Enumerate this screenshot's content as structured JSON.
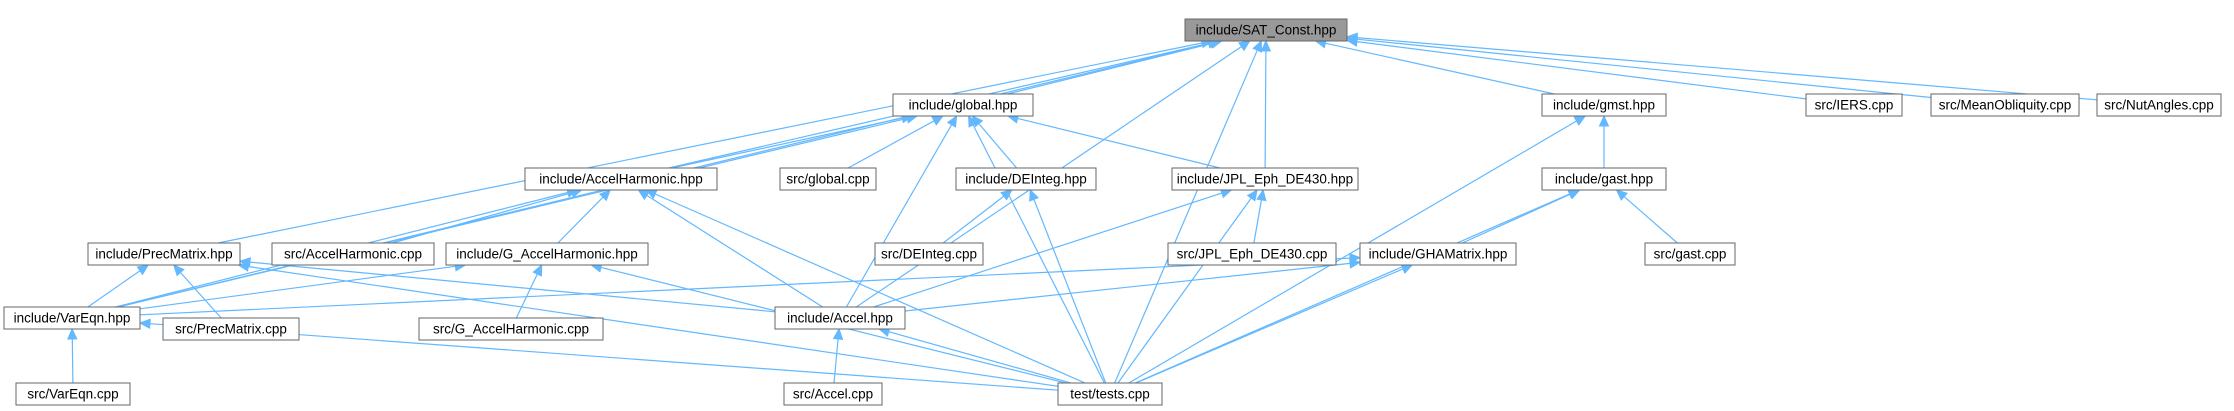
{
  "diagram": {
    "nodes": {
      "sat_const": "include/SAT_Const.hpp",
      "global": "include/global.hpp",
      "gmst": "include/gmst.hpp",
      "iers": "src/IERS.cpp",
      "mean_obliquity": "src/MeanObliquity.cpp",
      "nut_angles": "src/NutAngles.cpp",
      "accel_harmonic": "include/AccelHarmonic.hpp",
      "global_cpp": "src/global.cpp",
      "de_integ": "include/DEInteg.hpp",
      "jpl_eph": "include/JPL_Eph_DE430.hpp",
      "gast": "include/gast.hpp",
      "prec_matrix": "include/PrecMatrix.hpp",
      "accel_harmonic_cpp": "src/AccelHarmonic.cpp",
      "g_accel_harmonic": "include/G_AccelHarmonic.hpp",
      "de_integ_cpp": "src/DEInteg.cpp",
      "jpl_eph_cpp": "src/JPL_Eph_DE430.cpp",
      "gha_matrix": "include/GHAMatrix.hpp",
      "gast_cpp": "src/gast.cpp",
      "var_eqn": "include/VarEqn.hpp",
      "prec_matrix_cpp": "src/PrecMatrix.cpp",
      "g_accel_harmonic_cpp": "src/G_AccelHarmonic.cpp",
      "accel": "include/Accel.hpp",
      "var_eqn_cpp": "src/VarEqn.cpp",
      "accel_cpp": "src/Accel.cpp",
      "tests": "test/tests.cpp"
    },
    "edges": [
      [
        "global",
        "sat_const"
      ],
      [
        "gmst",
        "sat_const"
      ],
      [
        "iers",
        "sat_const"
      ],
      [
        "mean_obliquity",
        "sat_const"
      ],
      [
        "nut_angles",
        "sat_const"
      ],
      [
        "accel_harmonic",
        "sat_const"
      ],
      [
        "jpl_eph",
        "sat_const"
      ],
      [
        "prec_matrix",
        "sat_const"
      ],
      [
        "var_eqn",
        "sat_const"
      ],
      [
        "accel",
        "sat_const"
      ],
      [
        "tests",
        "sat_const"
      ],
      [
        "accel_harmonic",
        "global"
      ],
      [
        "global_cpp",
        "global"
      ],
      [
        "de_integ",
        "global"
      ],
      [
        "jpl_eph",
        "global"
      ],
      [
        "var_eqn",
        "global"
      ],
      [
        "accel",
        "global"
      ],
      [
        "tests",
        "global"
      ],
      [
        "gast",
        "gmst"
      ],
      [
        "tests",
        "gmst"
      ],
      [
        "accel_harmonic_cpp",
        "accel_harmonic"
      ],
      [
        "g_accel_harmonic",
        "accel_harmonic"
      ],
      [
        "var_eqn",
        "accel_harmonic"
      ],
      [
        "accel",
        "accel_harmonic"
      ],
      [
        "tests",
        "accel_harmonic"
      ],
      [
        "de_integ_cpp",
        "de_integ"
      ],
      [
        "tests",
        "de_integ"
      ],
      [
        "jpl_eph_cpp",
        "jpl_eph"
      ],
      [
        "accel",
        "jpl_eph"
      ],
      [
        "tests",
        "jpl_eph"
      ],
      [
        "gha_matrix",
        "gast"
      ],
      [
        "gast_cpp",
        "gast"
      ],
      [
        "tests",
        "gast"
      ],
      [
        "var_eqn",
        "prec_matrix"
      ],
      [
        "prec_matrix_cpp",
        "prec_matrix"
      ],
      [
        "accel",
        "prec_matrix"
      ],
      [
        "tests",
        "prec_matrix"
      ],
      [
        "var_eqn",
        "g_accel_harmonic"
      ],
      [
        "g_accel_harmonic_cpp",
        "g_accel_harmonic"
      ],
      [
        "tests",
        "g_accel_harmonic"
      ],
      [
        "var_eqn",
        "gha_matrix"
      ],
      [
        "accel",
        "gha_matrix"
      ],
      [
        "tests",
        "gha_matrix"
      ],
      [
        "var_eqn_cpp",
        "var_eqn"
      ],
      [
        "tests",
        "var_eqn"
      ],
      [
        "accel_cpp",
        "accel"
      ],
      [
        "tests",
        "accel"
      ]
    ],
    "colors": {
      "root_fill": "#999999",
      "node_fill": "#ffffff",
      "node_border": "#666666",
      "edge": "#63b8ff"
    }
  }
}
